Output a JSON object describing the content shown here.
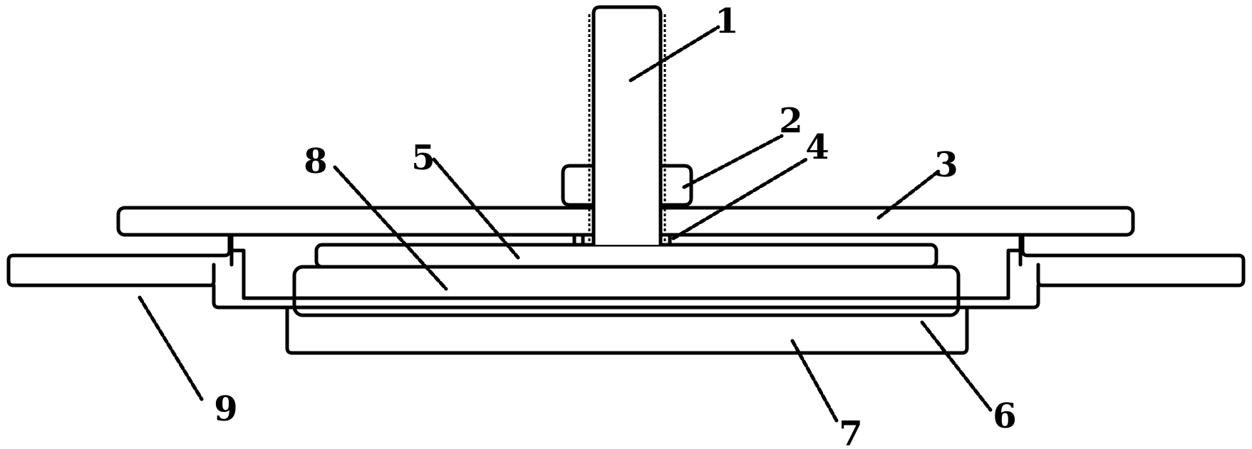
{
  "figure": {
    "labels": [
      "1",
      "2",
      "3",
      "4",
      "5",
      "6",
      "7",
      "8",
      "9"
    ]
  },
  "colors": {
    "stroke": "#000000",
    "background": "#ffffff"
  }
}
